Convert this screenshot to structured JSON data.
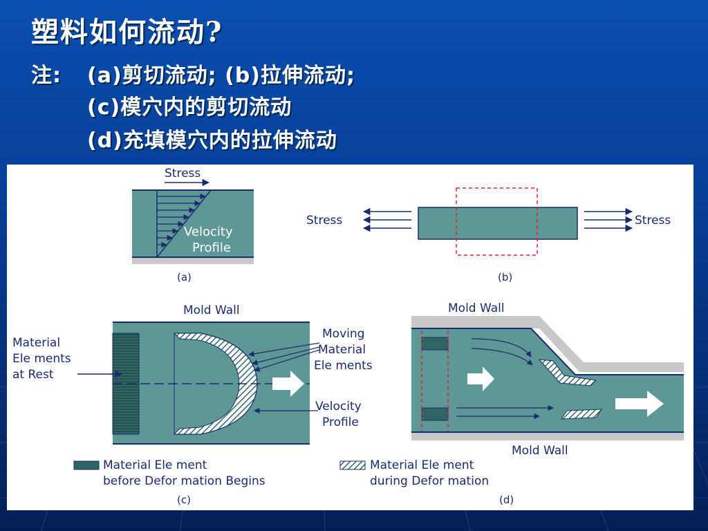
{
  "title": "塑料如何流动?",
  "notes": {
    "label": "注:",
    "a_b": "(a)剪切流动; (b)拉伸流动;",
    "c": "(c)模穴内的剪切流动",
    "d": "(d)充填模穴内的拉伸流动"
  },
  "diagram": {
    "stress": "Stress",
    "velocity_profile_line1": "Velocity",
    "velocity_profile_line2": "Profile",
    "caption_a": "(a)",
    "caption_b": "(b)",
    "caption_c": "(c)",
    "caption_d": "(d)",
    "mold_wall": "Mold Wall",
    "material_at_rest": [
      "Material",
      "Ele ments",
      "at Rest"
    ],
    "moving_elements": [
      "Moving",
      "Material",
      "Ele ments"
    ],
    "velocity_profile_c": [
      "Velocity",
      "Profile"
    ],
    "legend_before": [
      "Material Ele ment",
      "before Defor mation Begins"
    ],
    "legend_during": [
      "Material Ele ment",
      "during Defor mation"
    ]
  },
  "colors": {
    "fluid": "#5e9896",
    "dark_element": "#2f6563",
    "line_dark": "#1a2a6c",
    "dash_red": "#e02030",
    "wall_gray": "#c8c8c8"
  }
}
